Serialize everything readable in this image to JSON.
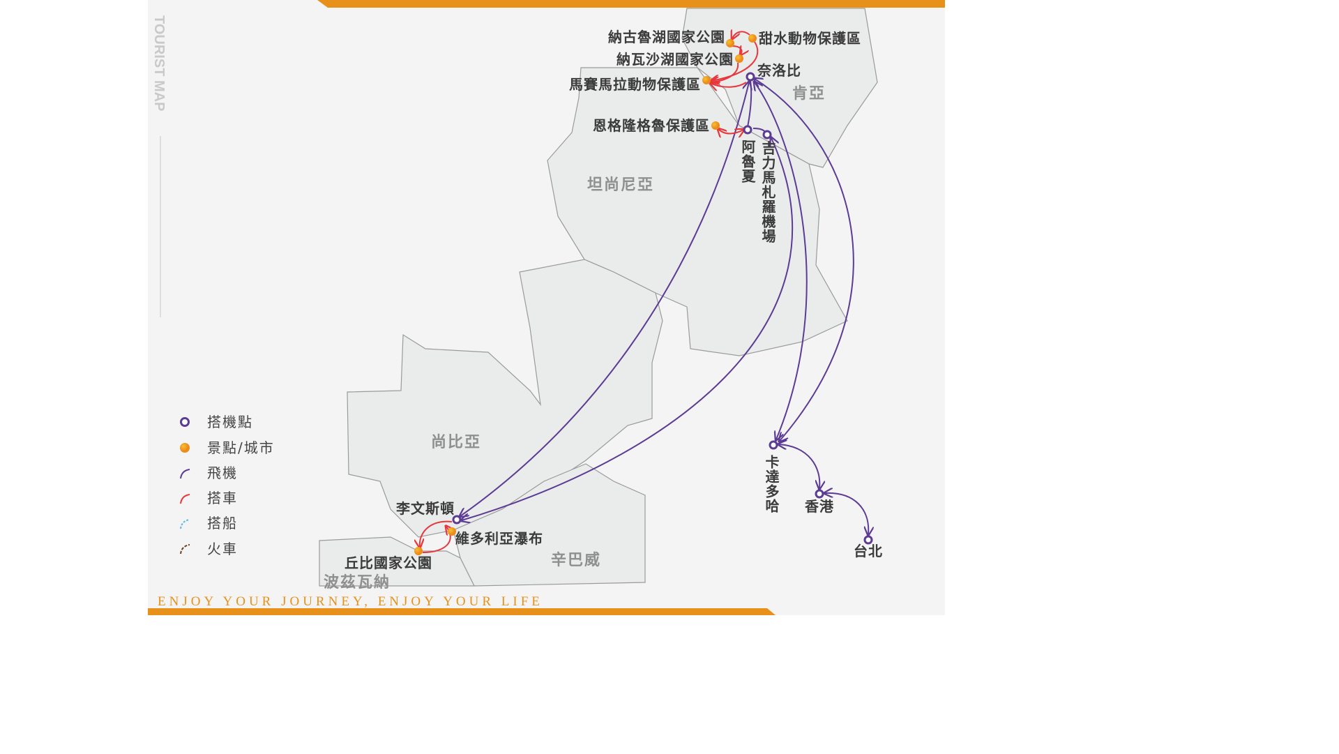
{
  "side_title": "TOURIST MAP",
  "footer": "ENJOY YOUR JOURNEY, ENJOY YOUR LIFE",
  "colors": {
    "accent": "#e8911a",
    "flight": "#5b3b93",
    "car": "#e8363d",
    "boat": "#5bb8e0",
    "train": "#6b3f1e",
    "spot": "#f0a020"
  },
  "countries": {
    "kenya": "肯亞",
    "tanzania": "坦尚尼亞",
    "zambia": "尚比亞",
    "zimbabwe": "辛巴威",
    "botswana": "波茲瓦納"
  },
  "airports": {
    "nairobi": "奈洛比",
    "arusha": "阿魯夏",
    "kilimanjaro": "吉力馬札羅機場",
    "doha": "卡達多哈",
    "hongkong": "香港",
    "taipei": "台北",
    "livingstone": "李文斯頓"
  },
  "spots": {
    "nakuru": "納古魯湖國家公園",
    "sweetwaters": "甜水動物保護區",
    "naivasha": "納瓦沙湖國家公園",
    "masaimara": "馬賽馬拉動物保護區",
    "ngorongoro": "恩格隆格魯保護區",
    "victoria": "維多利亞瀑布",
    "chobe": "丘比國家公園"
  },
  "legend": [
    {
      "icon": "airport-ring-icon",
      "label": "搭機點"
    },
    {
      "icon": "spot-dot-icon",
      "label": "景點/城市"
    },
    {
      "icon": "flight-arc-icon",
      "label": "飛機"
    },
    {
      "icon": "car-arc-icon",
      "label": "搭車"
    },
    {
      "icon": "boat-arc-icon",
      "label": "搭船"
    },
    {
      "icon": "train-arc-icon",
      "label": "火車"
    }
  ]
}
